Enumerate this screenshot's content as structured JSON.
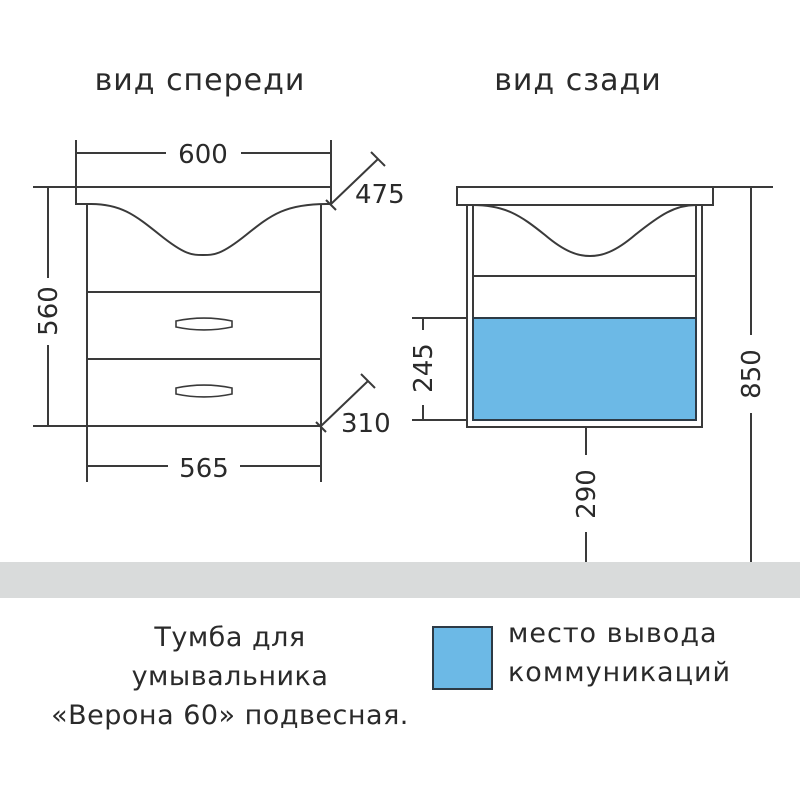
{
  "views": {
    "front": {
      "title": "вид спереди"
    },
    "back": {
      "title": "вид сзади"
    }
  },
  "dimensions": {
    "top_width": "600",
    "top_depth": "475",
    "body_height": "560",
    "body_width": "565",
    "body_depth": "310",
    "comm_zone_height": "245",
    "bottom_to_floor": "290",
    "top_to_floor": "850"
  },
  "caption": {
    "line1": "Тумба для",
    "line2": "умывальника",
    "line3": "«Верона 60» подвесная."
  },
  "legend": {
    "line1": "место вывода",
    "line2": "коммуникаций"
  },
  "colors": {
    "comm_zone": "#6cb9e6",
    "line": "#3a3a3a",
    "floor": "#d9dbdb"
  }
}
